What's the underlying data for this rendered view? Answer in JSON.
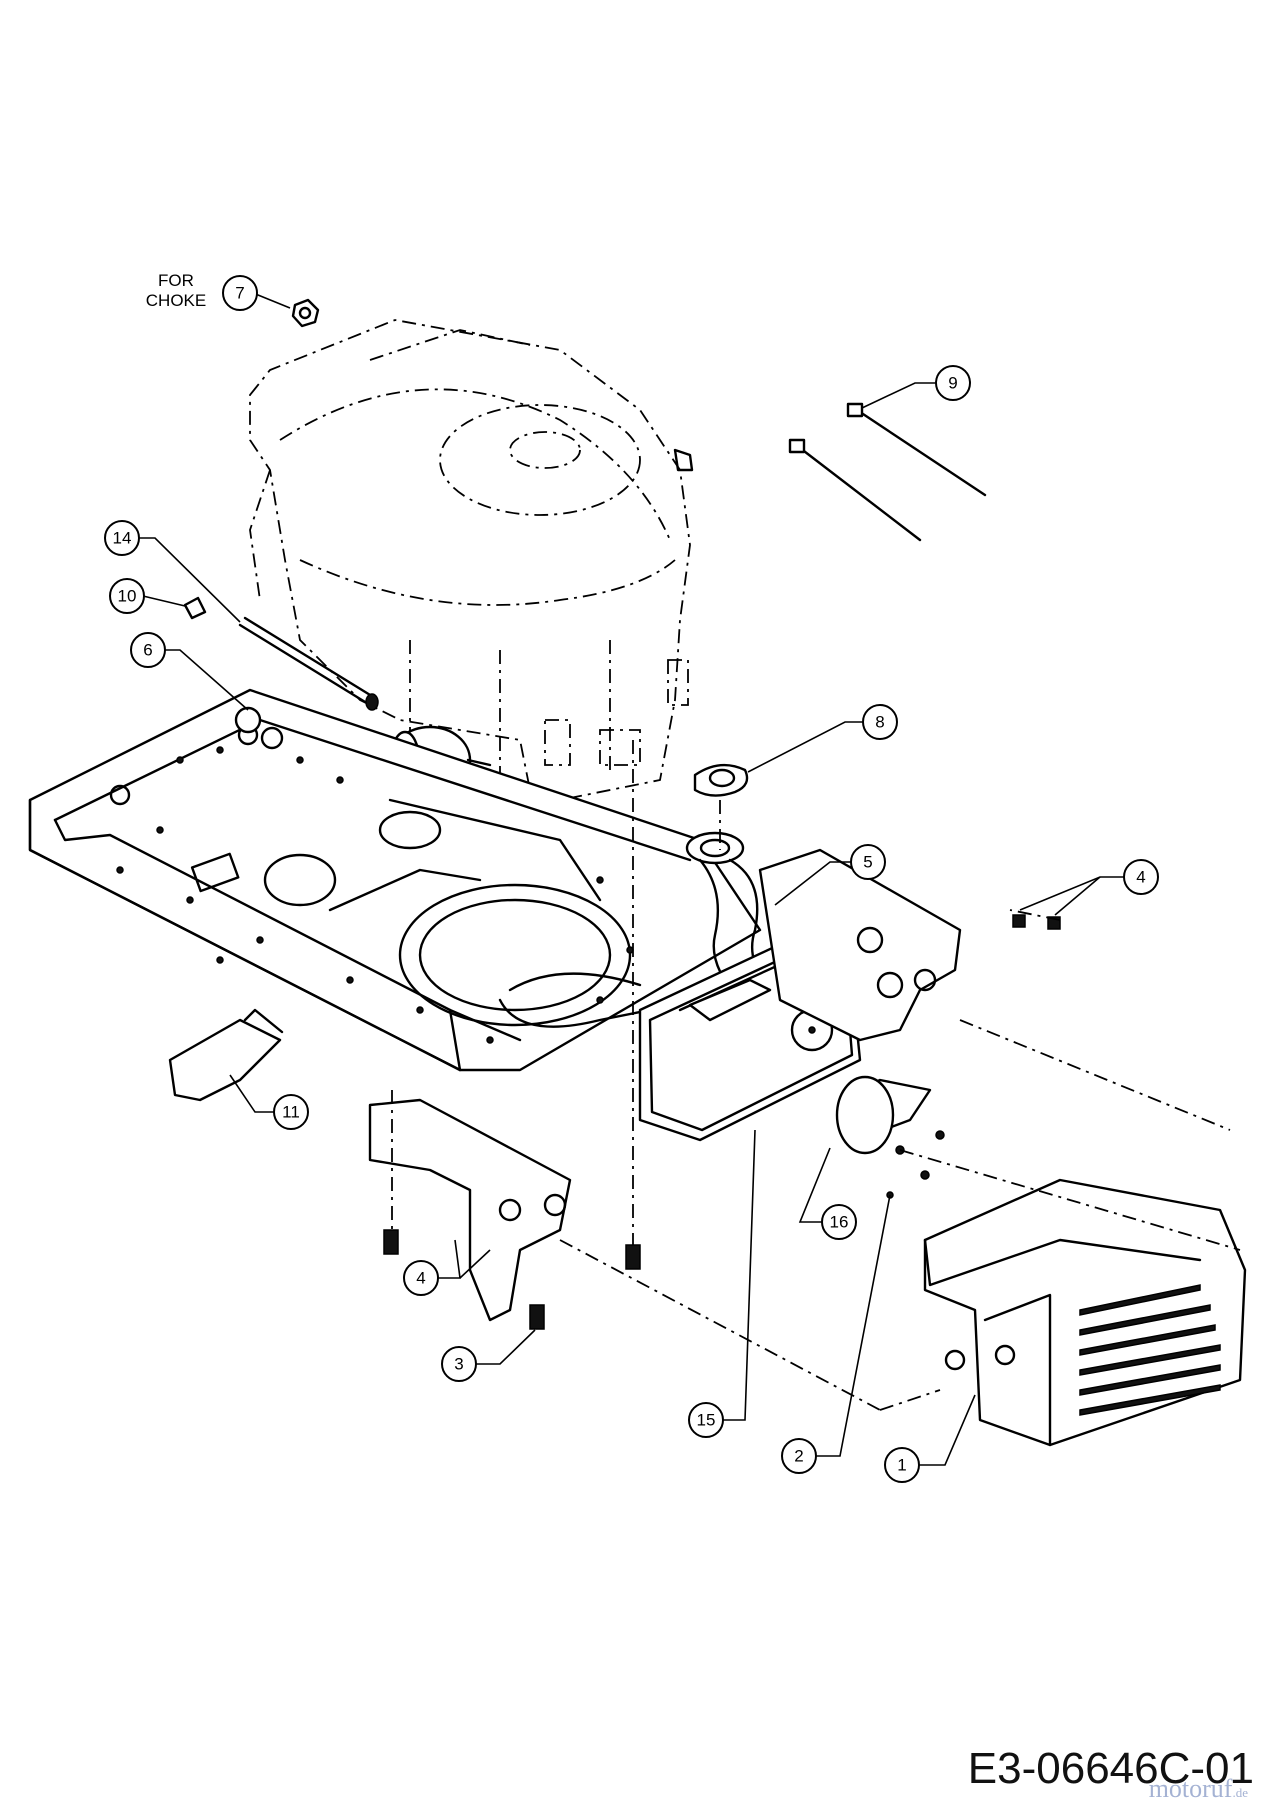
{
  "note": {
    "line1": "FOR",
    "line2": "CHOKE"
  },
  "callouts": [
    {
      "id": "1",
      "label": "1"
    },
    {
      "id": "2",
      "label": "2"
    },
    {
      "id": "3",
      "label": "3"
    },
    {
      "id": "4a",
      "label": "4"
    },
    {
      "id": "4b",
      "label": "4"
    },
    {
      "id": "5",
      "label": "5"
    },
    {
      "id": "6",
      "label": "6"
    },
    {
      "id": "7",
      "label": "7"
    },
    {
      "id": "8",
      "label": "8"
    },
    {
      "id": "9",
      "label": "9"
    },
    {
      "id": "10",
      "label": "10"
    },
    {
      "id": "11",
      "label": "11"
    },
    {
      "id": "14",
      "label": "14"
    },
    {
      "id": "15",
      "label": "15"
    },
    {
      "id": "16",
      "label": "16"
    }
  ],
  "drawing_code": "E3-06646C-01",
  "watermark": {
    "name": "motoruf",
    "suffix": ".de"
  }
}
